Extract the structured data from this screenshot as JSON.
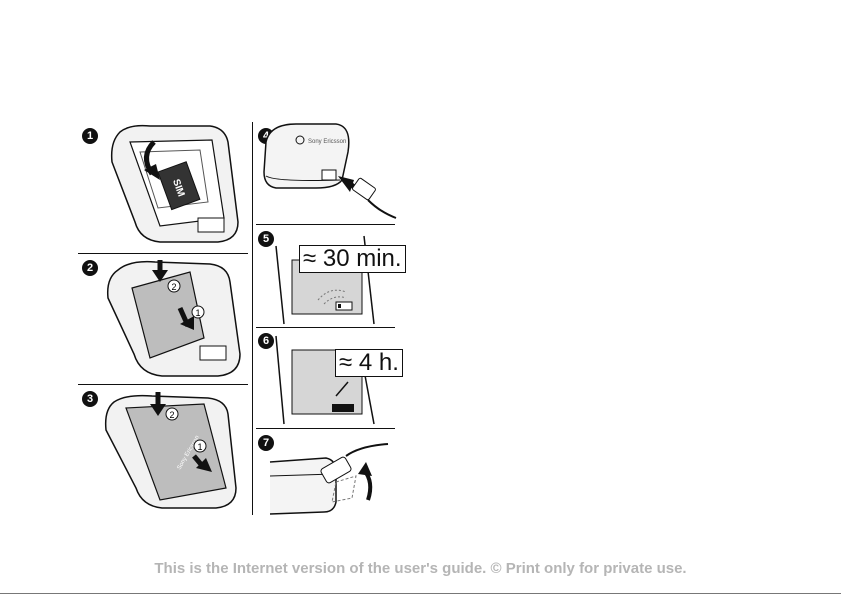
{
  "steps": {
    "s1": {
      "num": "1"
    },
    "s2": {
      "num": "2"
    },
    "s3": {
      "num": "3"
    },
    "s4": {
      "num": "4"
    },
    "s5": {
      "num": "5"
    },
    "s6": {
      "num": "6"
    },
    "s7": {
      "num": "7"
    }
  },
  "labels": {
    "sim": "SIM",
    "brand": "Sony Ericsson",
    "order_1": "1",
    "order_2": "2"
  },
  "callouts": {
    "charge_start": "≈ 30 min.",
    "charge_full": "≈ 4 h."
  },
  "footer": {
    "notice": "This is the Internet version of the user's guide. © Print only for private use."
  }
}
